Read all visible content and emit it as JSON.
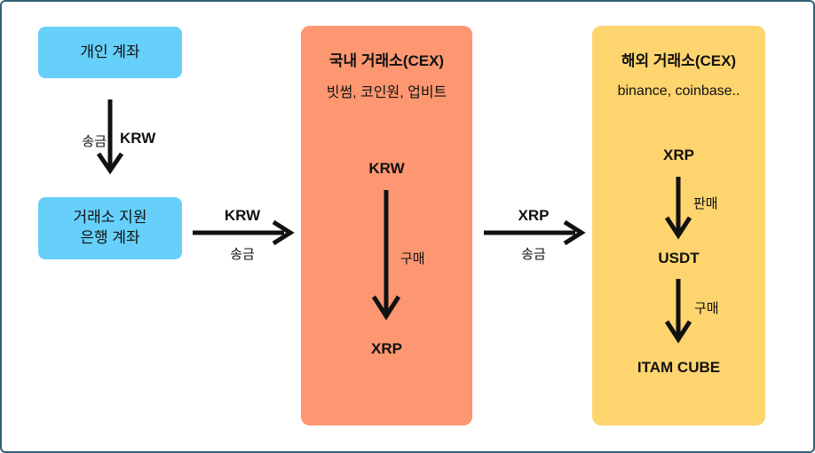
{
  "colors": {
    "canvas_border": "#336077",
    "node_account": "#67d0fa",
    "node_domestic": "#fc9771",
    "node_overseas": "#fed46e",
    "arrow": "#111111",
    "text": "#111111"
  },
  "nodes": {
    "personal_account": {
      "label": "개인 계좌"
    },
    "bank_account": {
      "line1": "거래소 지원",
      "line2": "은행 계좌"
    },
    "domestic_exchange": {
      "title": "국내 거래소(CEX)",
      "subtitle": "빗썸, 코인원, 업비트",
      "asset_in": "KRW",
      "buy_label": "구매",
      "asset_out": "XRP"
    },
    "overseas_exchange": {
      "title": "해외 거래소(CEX)",
      "subtitle": "binance, coinbase..",
      "asset_in": "XRP",
      "sell_label": "판매",
      "asset_mid": "USDT",
      "buy_label": "구매",
      "asset_final": "ITAM CUBE"
    }
  },
  "edges": {
    "personal_to_bank": {
      "action": "송금",
      "asset": "KRW"
    },
    "bank_to_domestic": {
      "asset": "KRW",
      "action": "송금"
    },
    "domestic_to_overseas": {
      "asset": "XRP",
      "action": "송금"
    }
  }
}
